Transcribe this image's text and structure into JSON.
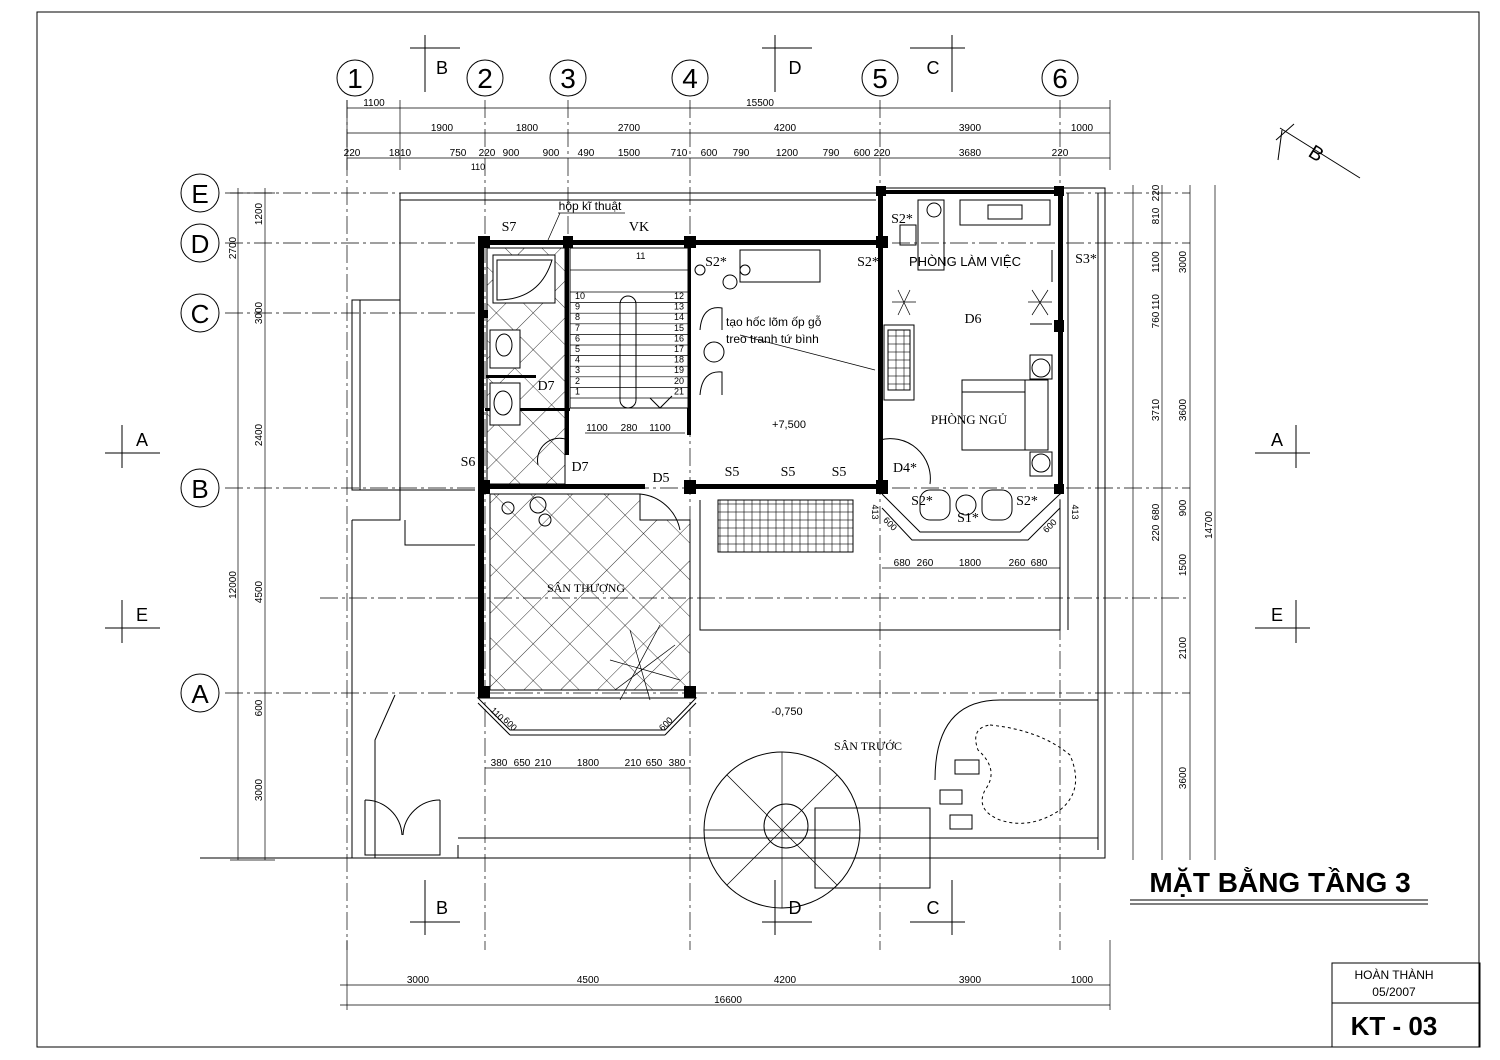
{
  "sheet": {
    "title": "MẶT BẰNG TẦNG 3",
    "status": "HOÀN THÀNH",
    "date": "05/2007",
    "code": "KT - 03"
  },
  "grid_columns": [
    "1",
    "2",
    "3",
    "4",
    "5",
    "6"
  ],
  "grid_rows": [
    "E",
    "D",
    "C",
    "B",
    "A"
  ],
  "section_marks": {
    "top": [
      "B",
      "D",
      "C"
    ],
    "bottom": [
      "B",
      "D",
      "C"
    ],
    "left": [
      "A",
      "E"
    ],
    "right": [
      "A",
      "E"
    ],
    "north": "B"
  },
  "dims_top": {
    "overall": "15500",
    "left_offset": "1100",
    "row1": [
      "1900",
      "1800",
      "2700",
      "4200",
      "3900",
      "1000"
    ],
    "row2": [
      "220",
      "1810",
      "750",
      "220",
      "900",
      "900",
      "490",
      "1500",
      "710",
      "600",
      "790",
      "1200",
      "790",
      "600",
      "220",
      "3680",
      "220"
    ],
    "small": "110"
  },
  "dims_bottom": {
    "row1": [
      "3000",
      "4500",
      "4200",
      "3900",
      "1000"
    ],
    "overall": "16600"
  },
  "dims_left": [
    "1200",
    "2700",
    "3000",
    "2400",
    "4500",
    "12000",
    "600",
    "3000"
  ],
  "dims_right": [
    "220",
    "810",
    "1100",
    "110",
    "760",
    "3710",
    "3600",
    "900",
    "680",
    "220",
    "3000",
    "1500",
    "2100",
    "3600",
    "14700"
  ],
  "dims_inner": {
    "stair": [
      "1100",
      "280",
      "1100"
    ],
    "bay_front": [
      "380",
      "650",
      "210",
      "1800",
      "210",
      "650",
      "380"
    ],
    "bay_front_diag": [
      "600",
      "110",
      "600"
    ],
    "bay_bed": [
      "680",
      "260",
      "1800",
      "260",
      "680"
    ],
    "bay_bed_diag": [
      "413",
      "600",
      "413",
      "600"
    ]
  },
  "stair_steps_left": [
    "10",
    "9",
    "8",
    "7",
    "6",
    "5",
    "4",
    "3",
    "2",
    "1"
  ],
  "stair_steps_right": [
    "11",
    "12",
    "13",
    "14",
    "15",
    "16",
    "17",
    "18",
    "19",
    "20",
    "21"
  ],
  "rooms": {
    "study": "PHÒNG LÀM VIỆC",
    "bedroom": "PHÒNG NGỦ",
    "terrace": "SÂN THƯỢNG",
    "front_yard": "SÂN TRƯỚC"
  },
  "levels": {
    "floor": "+7,500",
    "ground": "-0,750"
  },
  "notes": {
    "tech_box": "hộp kĩ thuật",
    "niche_line1": "tạo hốc lõm ốp gỗ",
    "niche_line2": "treo tranh tứ bình"
  },
  "tags": {
    "s7": "S7",
    "vk": "VK",
    "s2a": "S2*",
    "s2b": "S2*",
    "s2c": "S2*",
    "s2d": "S2*",
    "s2e": "S2*",
    "s3": "S3*",
    "d6": "D6",
    "d7a": "D7",
    "d7b": "D7",
    "s6": "S6",
    "d5": "D5",
    "s5a": "S5",
    "s5b": "S5",
    "s5c": "S5",
    "d4": "D4*",
    "s1": "S1*"
  }
}
